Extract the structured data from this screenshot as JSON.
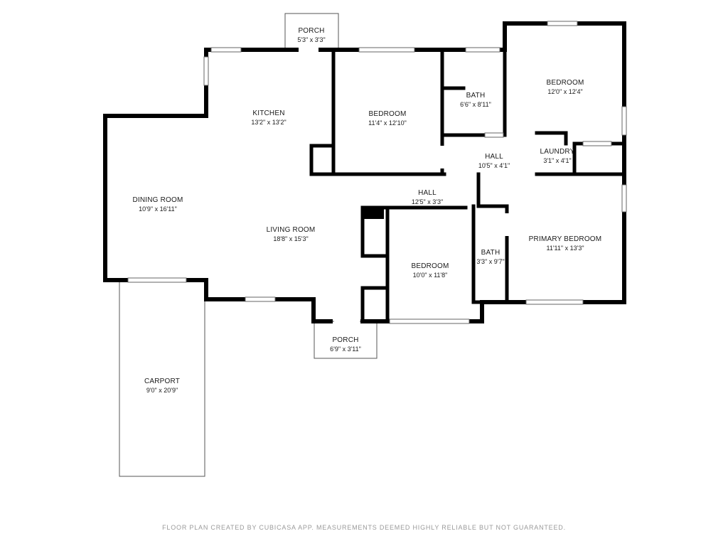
{
  "rooms": {
    "porch_top": {
      "name": "PORCH",
      "dim": "5'3\" x 3'3\""
    },
    "kitchen": {
      "name": "KITCHEN",
      "dim": "13'2\" x 13'2\""
    },
    "bedroom_mid": {
      "name": "BEDROOM",
      "dim": "11'4\" x 12'10\""
    },
    "bath_top": {
      "name": "BATH",
      "dim": "6'6\" x 8'11\""
    },
    "bedroom_ne": {
      "name": "BEDROOM",
      "dim": "12'0\" x 12'4\""
    },
    "hall_upper": {
      "name": "HALL",
      "dim": "10'5\" x 4'1\""
    },
    "laundry": {
      "name": "LAUNDRY",
      "dim": "3'1\" x 4'1\""
    },
    "dining": {
      "name": "DINING ROOM",
      "dim": "10'9\" x 16'11\""
    },
    "hall_lower": {
      "name": "HALL",
      "dim": "12'5\" x 3'3\""
    },
    "living": {
      "name": "LIVING ROOM",
      "dim": "18'8\" x 15'3\""
    },
    "bath_lower": {
      "name": "BATH",
      "dim": "3'3\" x 9'7\""
    },
    "primary": {
      "name": "PRIMARY BEDROOM",
      "dim": "11'11\" x 13'3\""
    },
    "bedroom_sw": {
      "name": "BEDROOM",
      "dim": "10'0\" x 11'8\""
    },
    "porch_bottom": {
      "name": "PORCH",
      "dim": "6'9\" x 3'11\""
    },
    "carport": {
      "name": "CARPORT",
      "dim": "9'0\" x 20'9\""
    }
  },
  "footer": "FLOOR PLAN CREATED BY CUBICASA APP. MEASUREMENTS DEEMED HIGHLY RELIABLE BUT NOT GUARANTEED."
}
